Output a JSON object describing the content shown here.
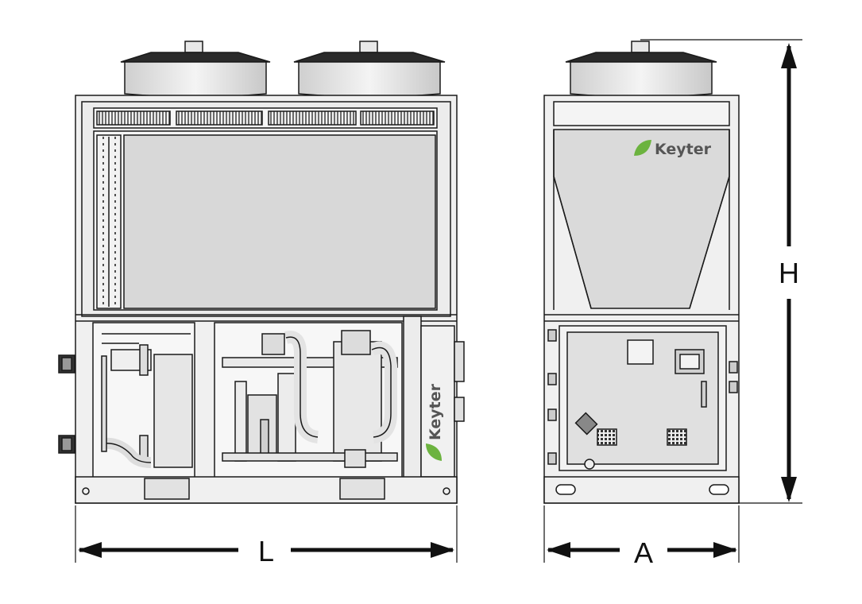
{
  "diagram": {
    "views": [
      {
        "id": "front-view",
        "brand": "Keyter",
        "dimension": "L"
      },
      {
        "id": "side-view",
        "brand": "Keyter",
        "dimensions": [
          "A",
          "H"
        ]
      }
    ]
  },
  "labels": {
    "length": "L",
    "width": "A",
    "height": "H"
  },
  "brand": {
    "name": "Keyter",
    "leaf_color": "#6cb33f",
    "text_color": "#555555"
  },
  "colors": {
    "line": "#1a1a1a",
    "panel": "#d8d8d8",
    "frame": "#efefef",
    "fan": "#e4e4e4"
  }
}
